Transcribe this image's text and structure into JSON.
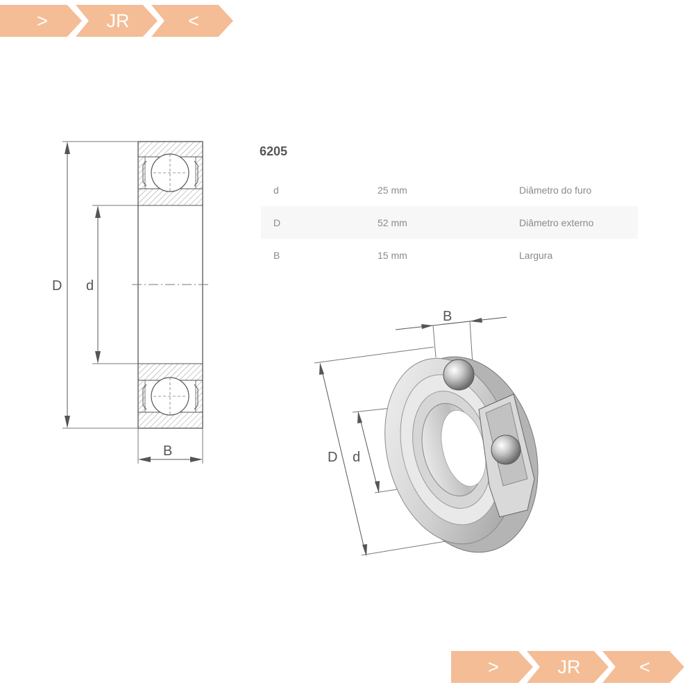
{
  "banner_top": {
    "items": [
      ">",
      "JR",
      "<"
    ]
  },
  "banner_bottom": {
    "items": [
      ">",
      "JR",
      "<"
    ]
  },
  "colors": {
    "banner": "#f4bd96",
    "line": "#555555",
    "hatch": "#999999"
  },
  "spec": {
    "title": "6205",
    "rows": [
      {
        "symbol": "d",
        "value": "25 mm",
        "description": "Diâmetro do furo"
      },
      {
        "symbol": "D",
        "value": "52 mm",
        "description": "Diâmetro externo"
      },
      {
        "symbol": "B",
        "value": "15 mm",
        "description": "Largura"
      }
    ]
  },
  "drawing": {
    "label_D": "D",
    "label_d": "d",
    "label_B": "B"
  },
  "illustration": {
    "label_B": "B",
    "label_D": "D",
    "label_d": "d"
  }
}
